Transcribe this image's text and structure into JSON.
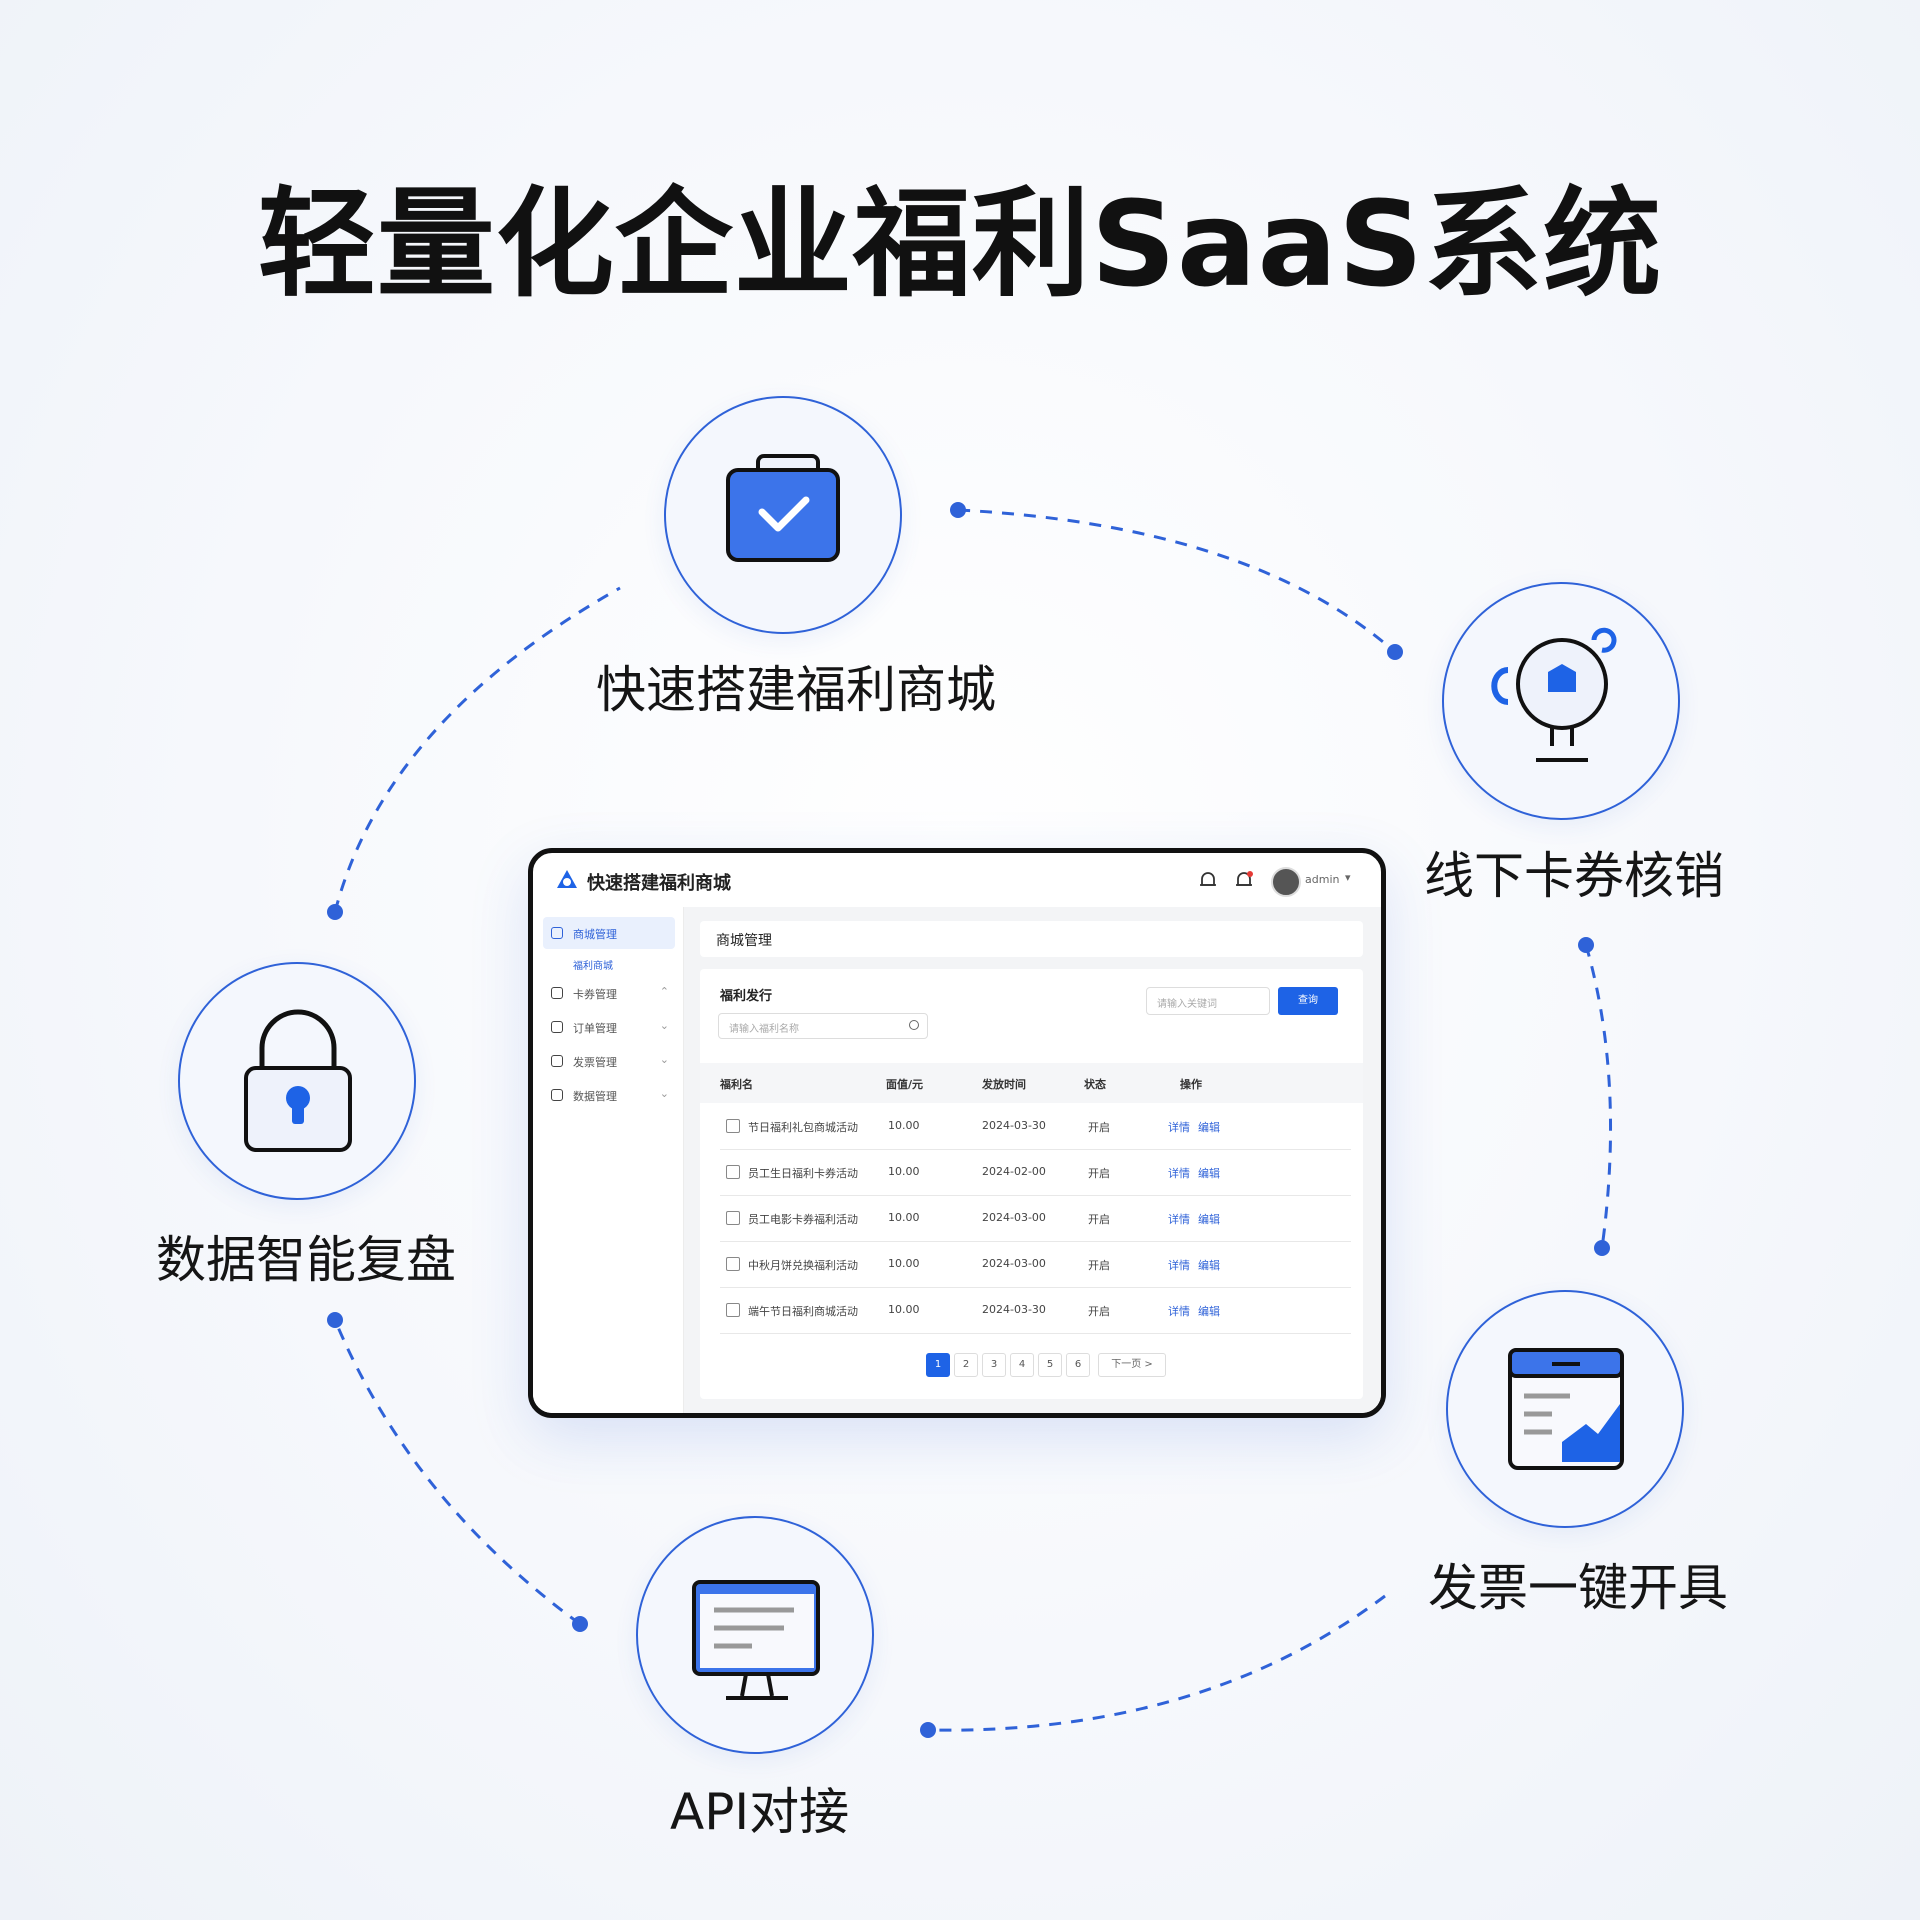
{
  "title": "轻量化企业福利SaaS系统",
  "accent_color": "#2f62d8",
  "features": [
    {
      "label": "快速搭建福利商城",
      "icon": "folder-check-icon"
    },
    {
      "label": "线下卡券核销",
      "icon": "scanner-icon"
    },
    {
      "label": "发票一键开具",
      "icon": "invoice-chart-icon"
    },
    {
      "label": "API对接",
      "icon": "monitor-icon"
    },
    {
      "label": "数据智能复盘",
      "icon": "lock-icon"
    }
  ],
  "window": {
    "app_name": "快速搭建福利商城",
    "user_name": "admin",
    "caret": "▾",
    "sidebar": [
      {
        "label": "商城管理",
        "chevron": ""
      },
      {
        "label": "卡券管理",
        "chevron": "⌃"
      },
      {
        "label": "订单管理",
        "chevron": "⌄"
      },
      {
        "label": "发票管理",
        "chevron": "⌄"
      },
      {
        "label": "数据管理",
        "chevron": "⌄"
      }
    ],
    "sidebar_sub": "福利商城",
    "breadcrumb": "商城管理",
    "panel_title": "福利发行",
    "search_placeholder": "请输入福利名称",
    "filter_placeholder": "请输入关键词",
    "button_label": "查询",
    "columns": [
      "福利名",
      "面值/元",
      "发放时间",
      "状态",
      "操作"
    ],
    "rows": [
      {
        "name": "节日福利礼包商城活动",
        "value": "10.00",
        "date": "2024-03-30",
        "status": "开启",
        "a1": "详情",
        "a2": "编辑"
      },
      {
        "name": "员工生日福利卡券活动",
        "value": "10.00",
        "date": "2024-02-00",
        "status": "开启",
        "a1": "详情",
        "a2": "编辑"
      },
      {
        "name": "员工电影卡券福利活动",
        "value": "10.00",
        "date": "2024-03-00",
        "status": "开启",
        "a1": "详情",
        "a2": "编辑"
      },
      {
        "name": "中秋月饼兑换福利活动",
        "value": "10.00",
        "date": "2024-03-00",
        "status": "开启",
        "a1": "详情",
        "a2": "编辑"
      },
      {
        "name": "端午节日福利商城活动",
        "value": "10.00",
        "date": "2024-03-30",
        "status": "开启",
        "a1": "详情",
        "a2": "编辑"
      }
    ],
    "pages": [
      "1",
      "2",
      "3",
      "4",
      "5",
      "6"
    ],
    "next_label": "下一页 >"
  }
}
